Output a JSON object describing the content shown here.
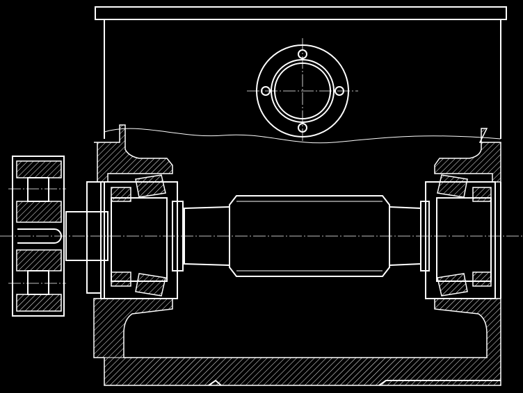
{
  "drawing": {
    "background": "#000000",
    "line_color": "#ffffff",
    "components": [
      "housing",
      "flange",
      "shaft",
      "tapered-roller-bearing-left",
      "tapered-roller-bearing-right",
      "coupling-gear",
      "base"
    ]
  }
}
